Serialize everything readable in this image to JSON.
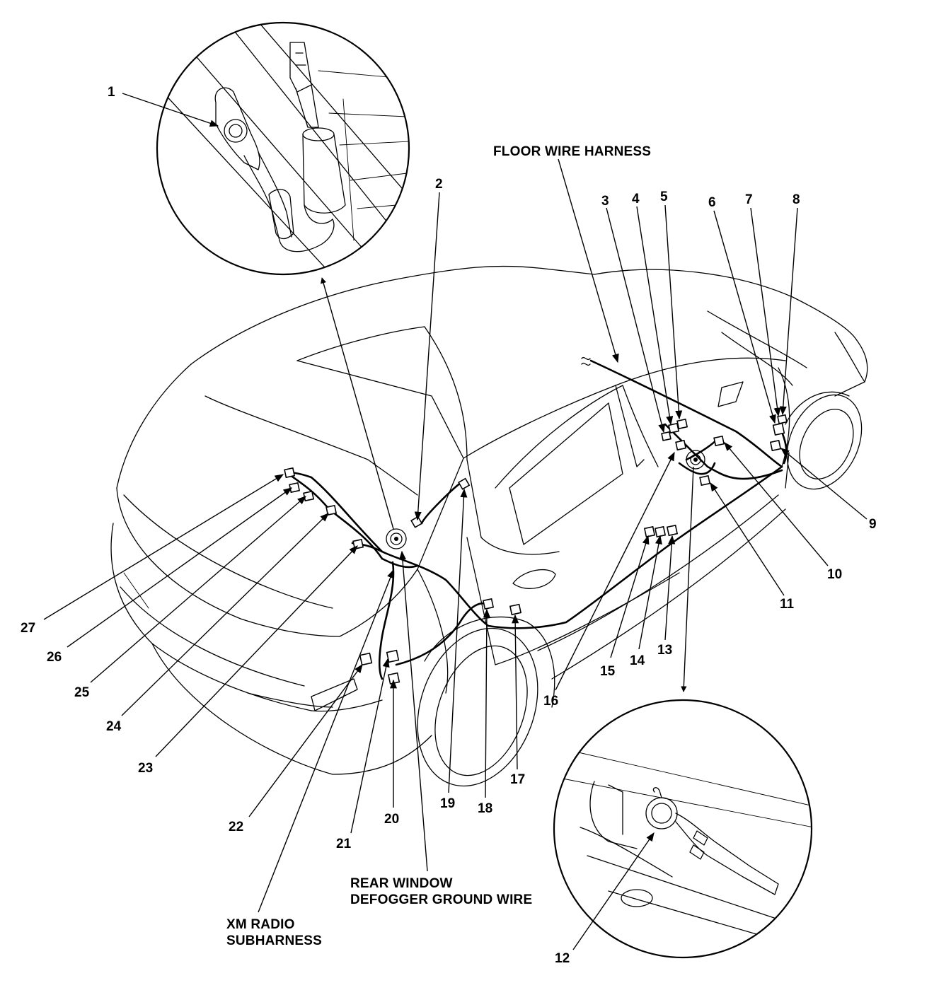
{
  "labels": {
    "floor_wire_harness": "FLOOR WIRE HARNESS",
    "rear_window_defogger_line1": "REAR WINDOW",
    "rear_window_defogger_line2": "DEFOGGER GROUND WIRE",
    "xm_radio_line1": "XM RADIO",
    "xm_radio_line2": "SUBHARNESS"
  },
  "callouts": {
    "c1": "1",
    "c2": "2",
    "c3": "3",
    "c4": "4",
    "c5": "5",
    "c6": "6",
    "c7": "7",
    "c8": "8",
    "c9": "9",
    "c10": "10",
    "c11": "11",
    "c12": "12",
    "c13": "13",
    "c14": "14",
    "c15": "15",
    "c16": "16",
    "c17": "17",
    "c18": "18",
    "c19": "19",
    "c20": "20",
    "c21": "21",
    "c22": "22",
    "c23": "23",
    "c24": "24",
    "c25": "25",
    "c26": "26",
    "c27": "27"
  }
}
